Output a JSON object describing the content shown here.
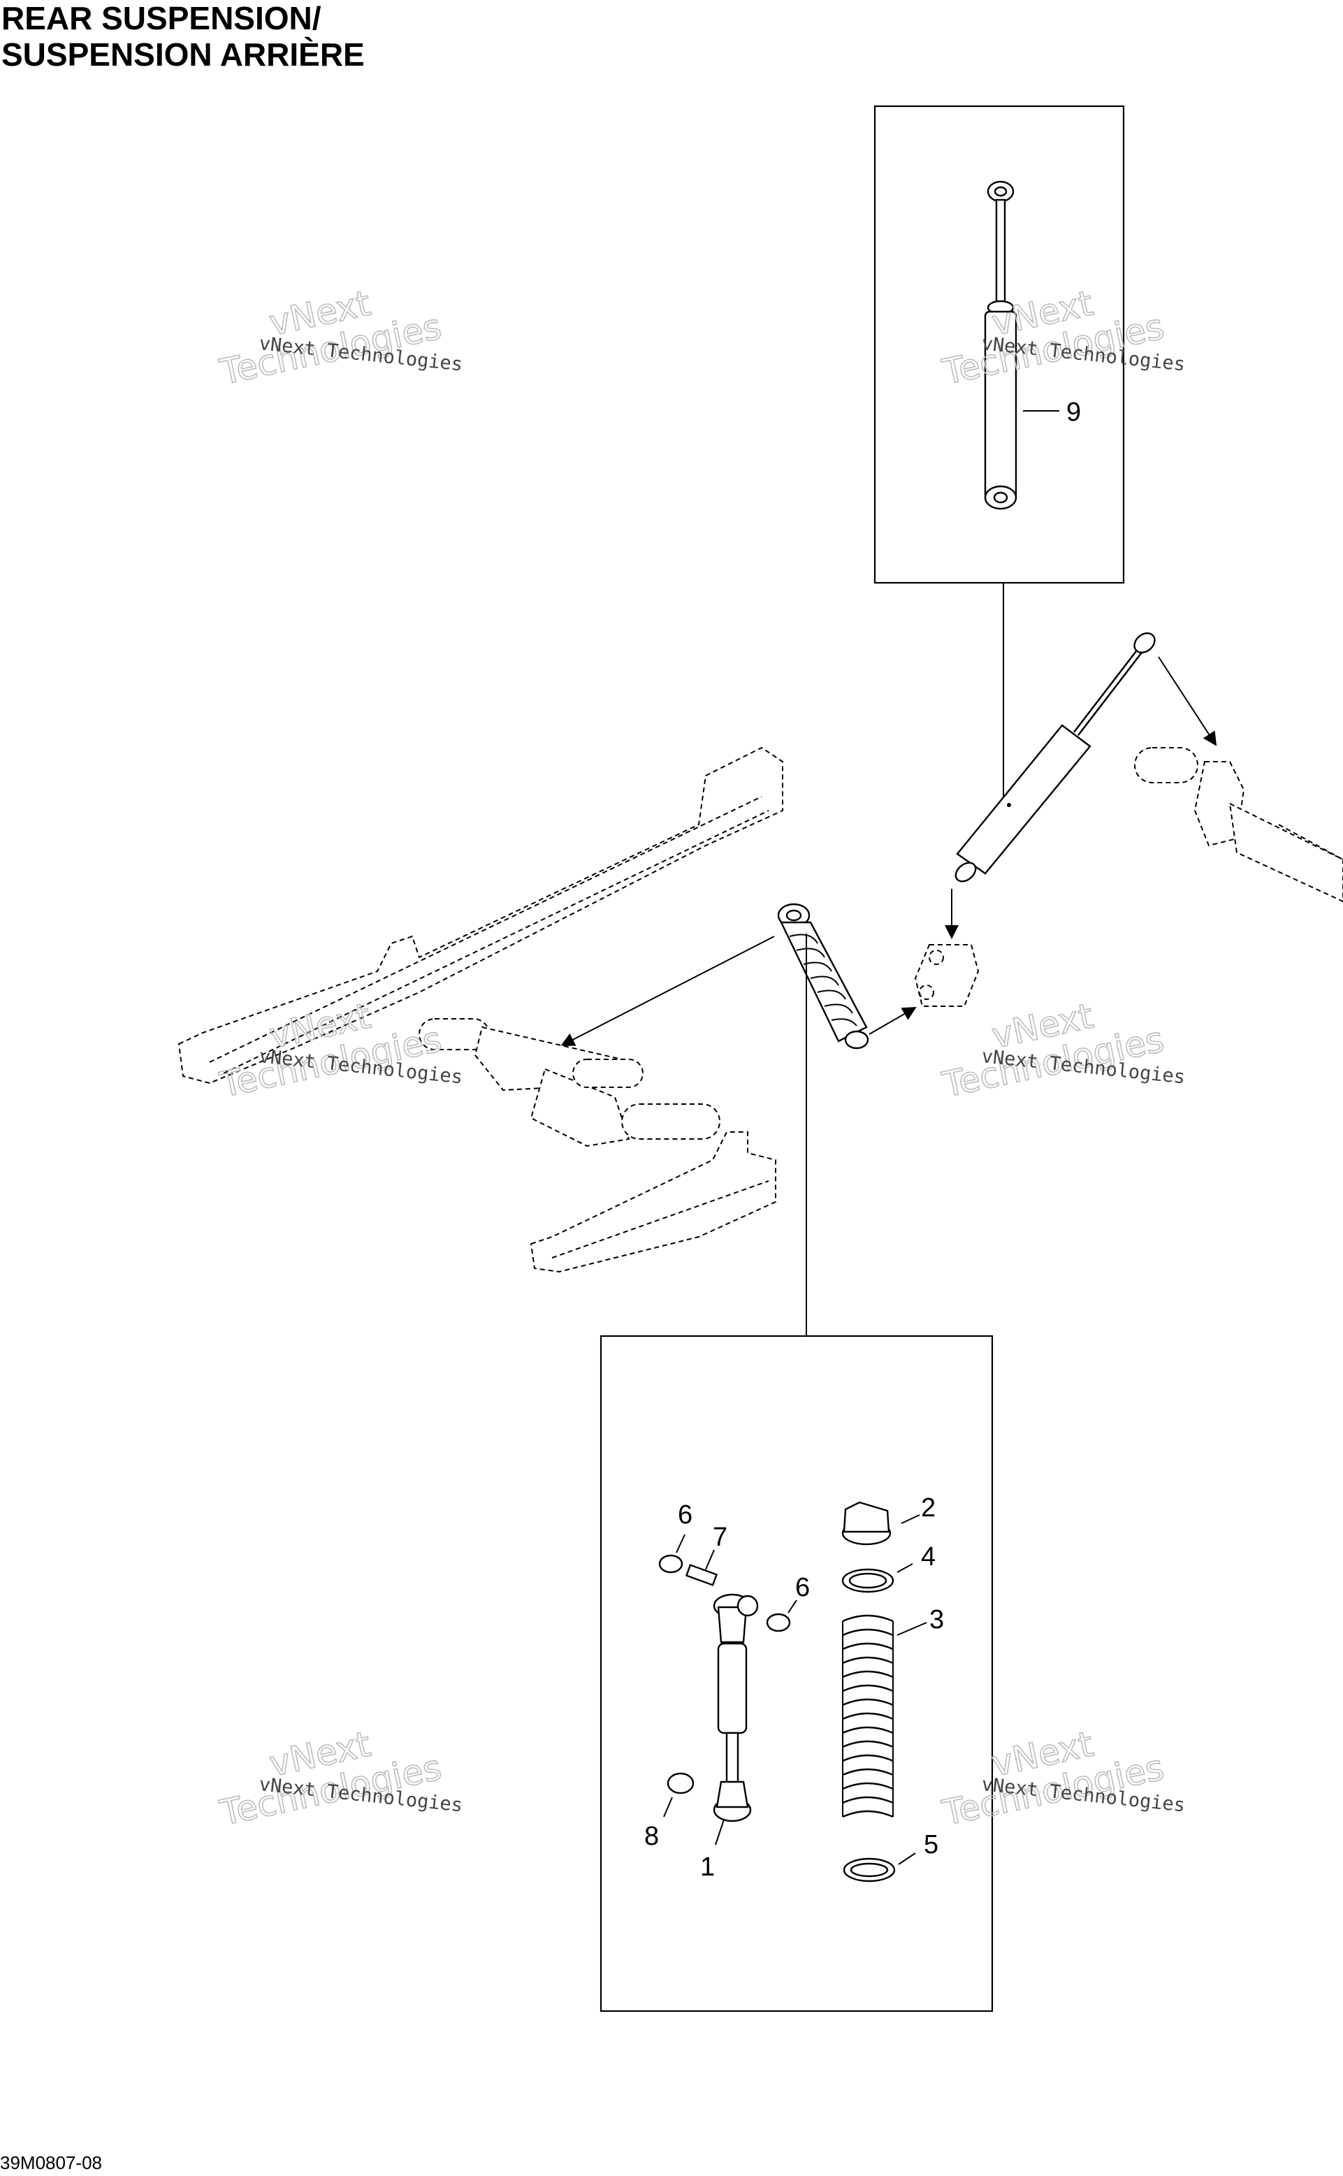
{
  "header": {
    "title_line1": "REAR SUSPENSION/",
    "title_line2": "SUSPENSION ARRIÈRE"
  },
  "footer": {
    "code": "39M0807-08"
  },
  "watermark": {
    "small": "vNext Technologies",
    "big_top": "vNext",
    "big_bottom": "Technologies"
  },
  "callouts": {
    "c1": "1",
    "c2": "2",
    "c3": "3",
    "c4": "4",
    "c5": "5",
    "c6a": "6",
    "c6b": "6",
    "c7": "7",
    "c8": "8",
    "c9": "9"
  }
}
